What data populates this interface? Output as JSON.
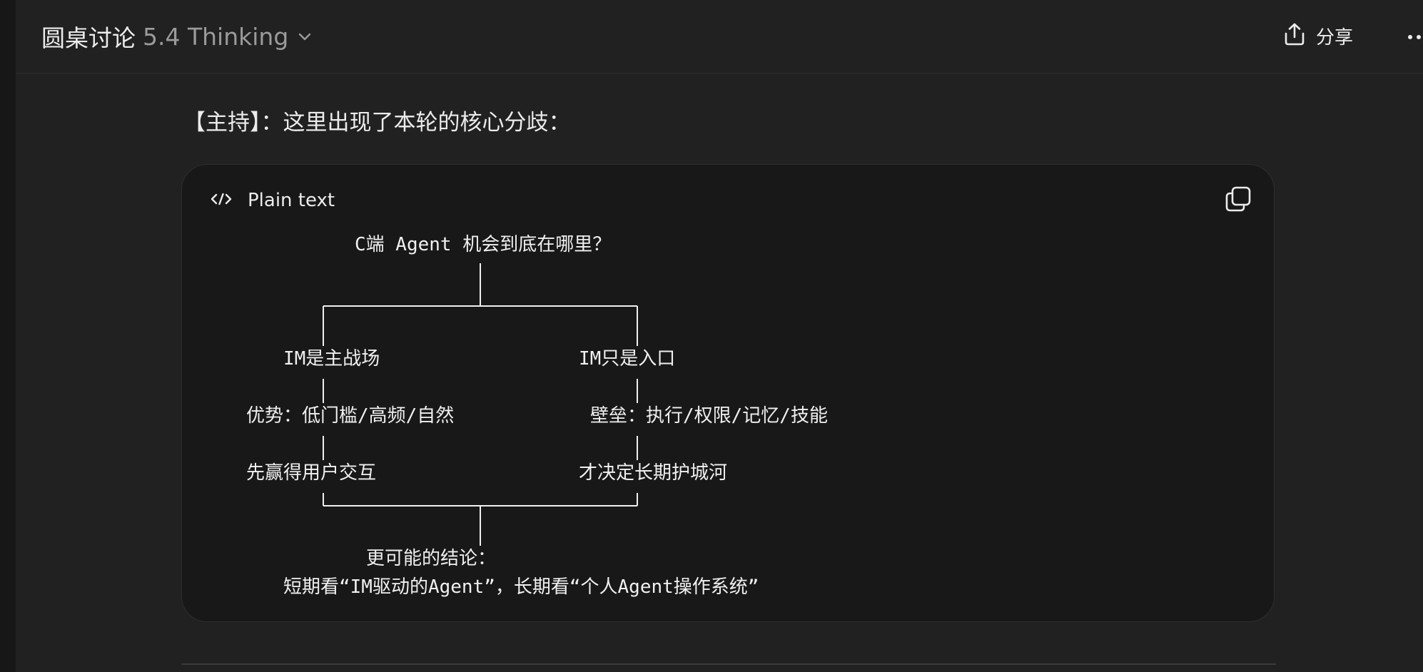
{
  "header": {
    "title": "圆桌讨论",
    "model": "5.4 Thinking",
    "share_label": "分享"
  },
  "message": {
    "text": "【主持】：这里出现了本轮的核心分歧："
  },
  "code_block": {
    "language_label": "Plain text",
    "diagram": {
      "top": "C端 Agent 机会到底在哪里？",
      "left_title": "IM是主战场",
      "right_title": "IM只是入口",
      "left_point": "优势：低门槛/高频/自然",
      "right_point": "壁垒：执行/权限/记忆/技能",
      "left_result": "先赢得用户交互",
      "right_result": "才决定长期护城河",
      "conclusion_label": "更可能的结论：",
      "conclusion": "短期看“IM驱动的Agent”，长期看“个人Agent操作系统”"
    }
  },
  "icons": {
    "chevron": "chevron-down-icon",
    "share": "share-upload-icon",
    "more": "more-horizontal-icon",
    "code": "code-icon",
    "copy": "copy-icon"
  },
  "colors": {
    "background": "#212121",
    "code_background": "#181818",
    "text": "#ececec",
    "muted": "#9b9b9b"
  }
}
